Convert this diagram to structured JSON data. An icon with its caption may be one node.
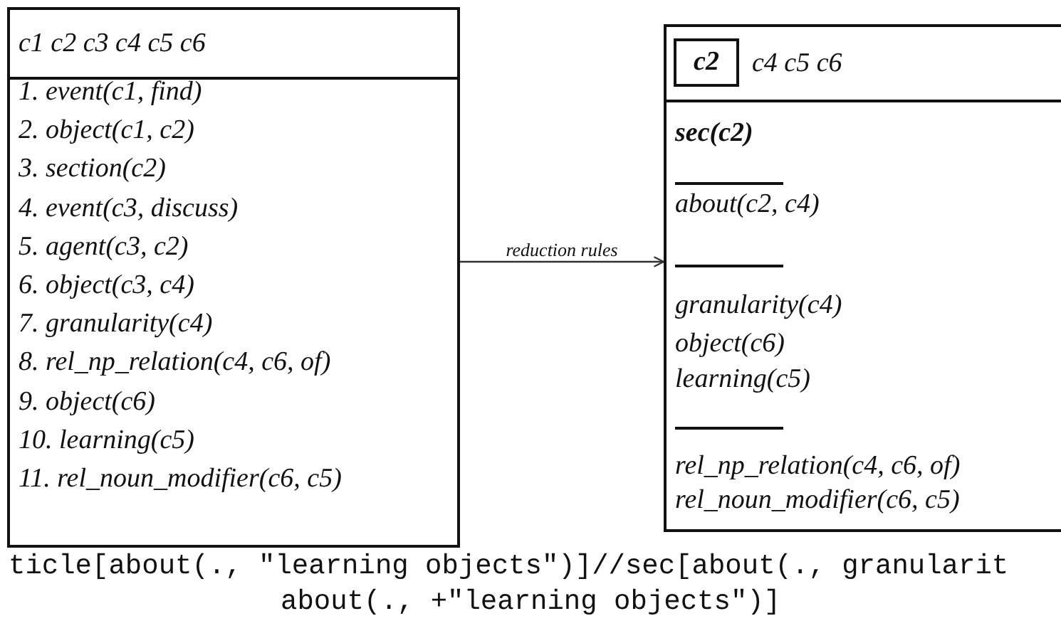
{
  "diagram": {
    "nodes": [
      {
        "text": [
          "c1 c2 c3 c4 c5 c6",
          "1. event(c1, find)",
          "2. object(c1, c2)",
          "3. section(c2)",
          "4. event(c3, discuss)",
          "5. agent(c3, c2)",
          "6. object(c3, c4)",
          "7. granularity(c4)",
          "8. rel_np_relation(c4, c6, of)",
          "9. object(c6)",
          "10. learning(c5)",
          "11. rel_noun_modifier(c6, c5)"
        ]
      },
      {
        "text": [
          "c4 c5 c6",
          "sec(c2)",
          "about(c2, c4)",
          "granularity(c4)",
          "object(c6)",
          "learning(c5)",
          "rel_np_relation(c4, c6, of)",
          "rel_noun_modifier(c6, c5)"
        ]
      },
      {
        "text": [
          "c2"
        ],
        "in": 1
      }
    ],
    "edges": [
      {
        "from": 0,
        "to": 1,
        "arrow": "to",
        "label": "reduction rules"
      }
    ],
    "labels": [
      "ticle[about(., \"learning objects\")]//sec[about(., granularit",
      "about(., +\"learning objects\")]"
    ]
  }
}
